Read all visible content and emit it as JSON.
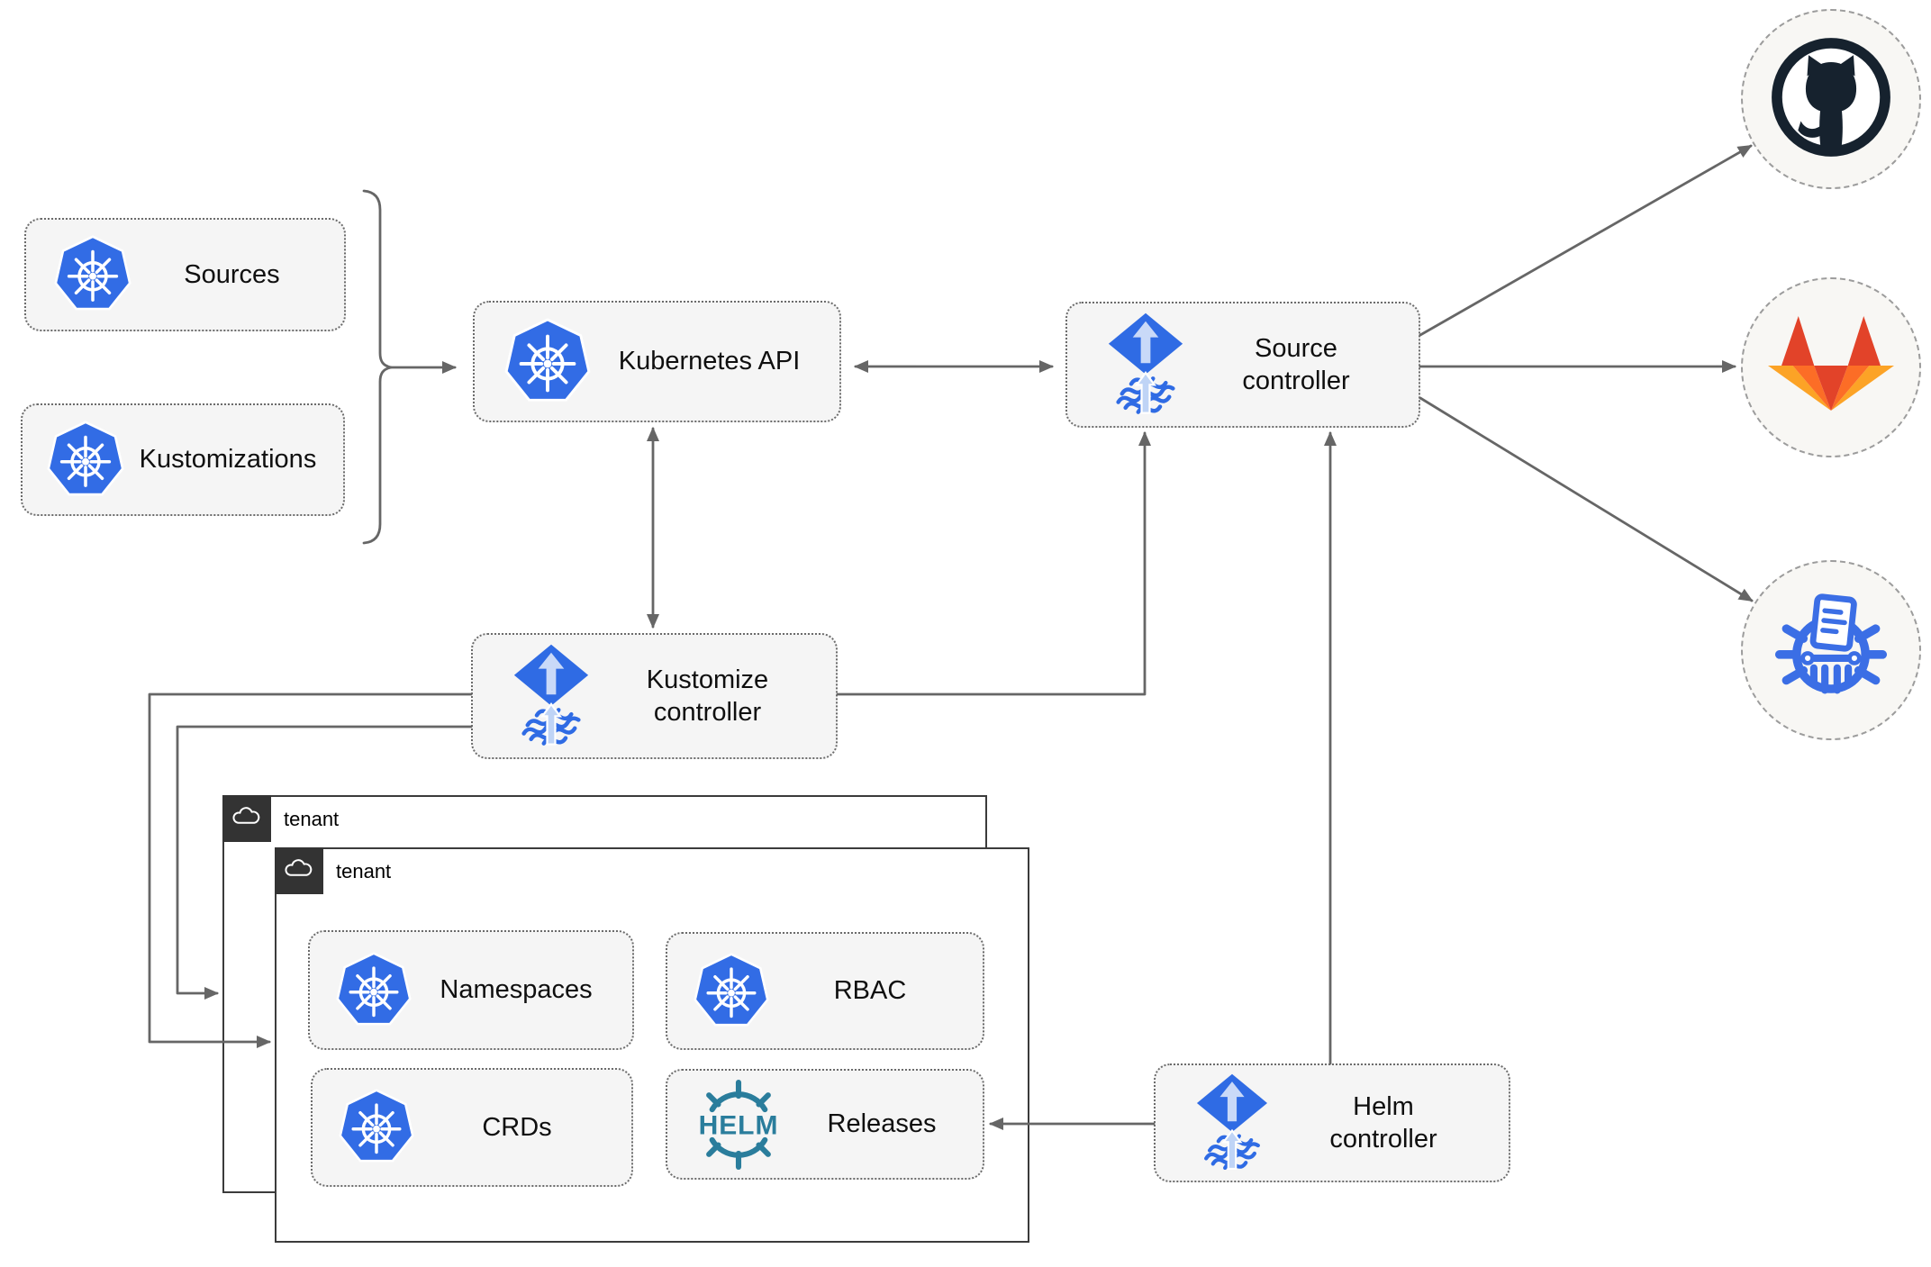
{
  "boxes": {
    "sources": {
      "label": "Sources"
    },
    "kustomizations": {
      "label": "Kustomizations"
    },
    "kubernetes_api": {
      "label": "Kubernetes API"
    },
    "source_controller": {
      "label": "Source\ncontroller"
    },
    "kustomize_controller": {
      "label": "Kustomize\ncontroller"
    },
    "helm_controller": {
      "label": "Helm\ncontroller"
    },
    "namespaces": {
      "label": "Namespaces"
    },
    "rbac": {
      "label": "RBAC"
    },
    "crds": {
      "label": "CRDs"
    },
    "releases": {
      "label": "Releases",
      "helm_wordmark": "HELM"
    }
  },
  "tenants": {
    "outer": {
      "label": "tenant"
    },
    "inner": {
      "label": "tenant"
    }
  },
  "external_systems": [
    {
      "id": "github",
      "icon": "github-octocat-logo"
    },
    {
      "id": "gitlab",
      "icon": "gitlab-tanuki-logo"
    },
    {
      "id": "chartmuseum",
      "icon": "chartmuseum-helm-repository-logo"
    }
  ],
  "icons": {
    "kubernetes": "kubernetes-wheel-logo",
    "flux": "flux-gitops-logo",
    "helm": "helm-wheel-logo",
    "cloud": "cloud-icon"
  },
  "colors": {
    "kubernetes_blue": "#326CE5",
    "flux_blue": "#2F6BE4",
    "flux_light_arrow": "#C9D9F8",
    "helm_teal": "#2A7D9C",
    "github_dark": "#16222E",
    "gitlab_dark_orange": "#E24329",
    "gitlab_orange": "#FC6D26",
    "gitlab_light_orange": "#FCA326",
    "chartmuseum_blue": "#3B6EE5",
    "connector_gray": "#666666",
    "node_fill": "#F5F5F5",
    "tenant_tab": "#333333"
  }
}
